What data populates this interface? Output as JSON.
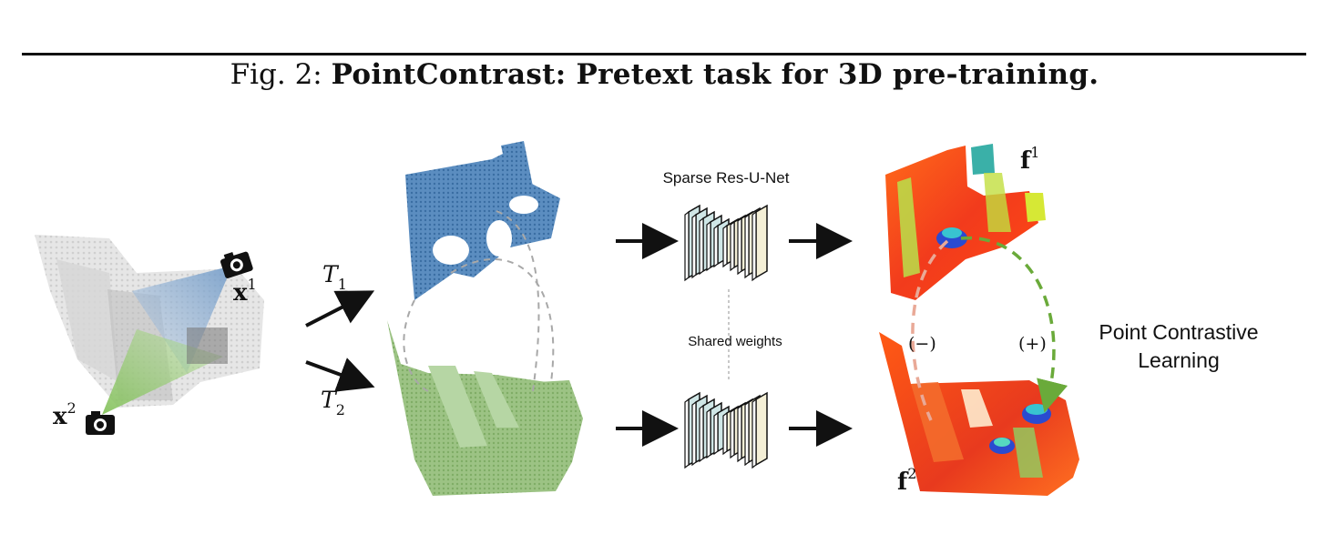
{
  "caption": {
    "prefix": "Fig. 2:",
    "title": "PointContrast: Pretext task for 3D pre-training."
  },
  "diagram": {
    "view1_label": "x",
    "view1_sup": "1",
    "view2_label": "x",
    "view2_sup": "2",
    "transform1": "T",
    "transform1_sub": "1",
    "transform2": "T",
    "transform2_sub": "2",
    "network_label": "Sparse Res-U-Net",
    "shared_label": "Shared weights",
    "feature1": "f",
    "feature1_sup": "1",
    "feature2": "f",
    "feature2_sup": "2",
    "negative_label": "(−)",
    "positive_label": "(+)",
    "output_label_line1": "Point Contrastive",
    "output_label_line2": "Learning"
  },
  "colors": {
    "view1_cloud": "#4a7fb5",
    "view2_cloud": "#8fb872",
    "positive_pair": "#6aaa3a",
    "negative_pair": "#e8a79a",
    "network_block_left": "#cfe6e6",
    "network_block_right": "#f4efd6"
  },
  "icons": [
    "camera-icon",
    "camera-icon"
  ]
}
